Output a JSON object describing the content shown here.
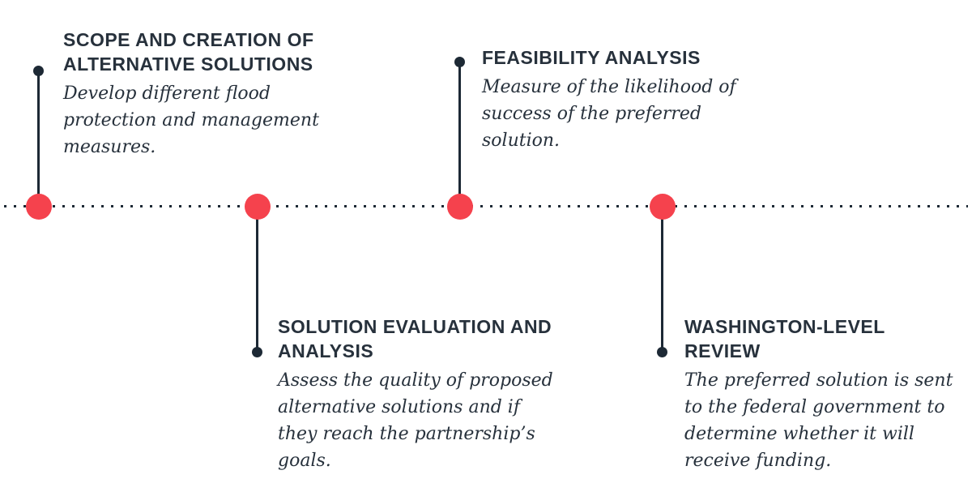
{
  "colors": {
    "accent": "#f5424d",
    "ink": "#1d2935",
    "text": "#27313c",
    "background": "#ffffff"
  },
  "timeline": {
    "milestones": [
      {
        "title": "SCOPE AND CREATION OF ALTERNATIVE SOLUTIONS",
        "description": "Develop different flood protection and management measures.",
        "side": "above"
      },
      {
        "title": "SOLUTION EVALUATION AND ANALYSIS",
        "description": "Assess the quality of proposed alternative solutions and if they reach the partnership’s goals.",
        "side": "below"
      },
      {
        "title": "FEASIBILITY ANALYSIS",
        "description": "Measure of the likelihood of success of the preferred solution.",
        "side": "above"
      },
      {
        "title": "WASHINGTON-LEVEL REVIEW",
        "description": "The preferred solution is sent to the federal government to determine whether it will receive funding.",
        "side": "below"
      }
    ]
  }
}
